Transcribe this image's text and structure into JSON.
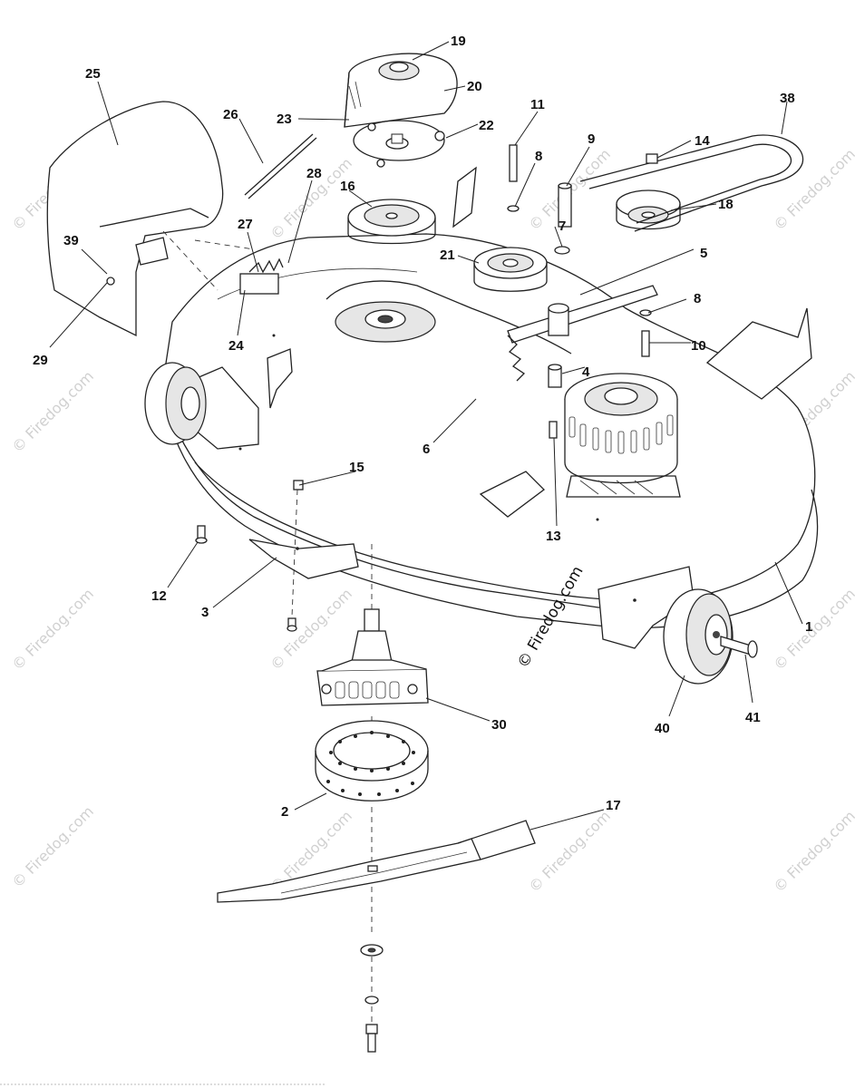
{
  "diagram": {
    "watermark": "© Firedog.com",
    "center_watermark": "© Firedog.com",
    "part_numbers": [
      "1",
      "2",
      "3",
      "4",
      "5",
      "6",
      "7",
      "8",
      "8",
      "9",
      "10",
      "11",
      "12",
      "13",
      "14",
      "15",
      "16",
      "17",
      "18",
      "19",
      "20",
      "21",
      "22",
      "23",
      "24",
      "25",
      "26",
      "27",
      "28",
      "29",
      "30",
      "38",
      "39",
      "40",
      "41"
    ]
  }
}
